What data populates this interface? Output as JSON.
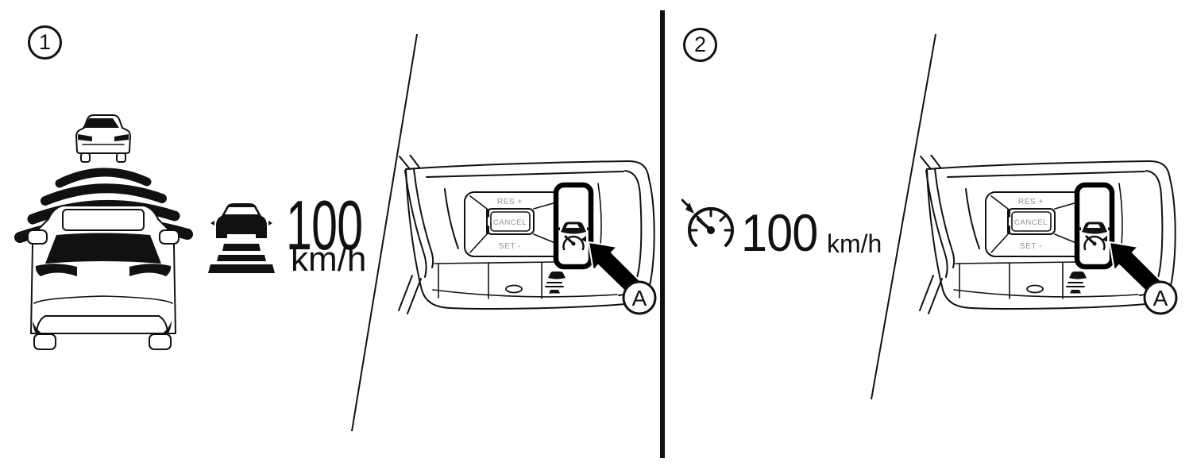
{
  "figure": {
    "colors": {
      "ink": "#111111",
      "highlight": "#000000",
      "faint_label": "#8f8f8f",
      "background": "#ffffff"
    },
    "steps": {
      "step1": {
        "badge": "1",
        "scene_icons": {
          "lead_car_icon": "car-ahead-rear-view",
          "radar_waves_icon": "radar-detection-waves",
          "ego_car_icon": "vehicle-front-view"
        },
        "distance_icon": "set-distance-car-over-road-lines",
        "speed_value": "100",
        "speed_unit": "km/h"
      },
      "step2": {
        "badge": "2",
        "speedometer_icon": "speedometer-set-speed-arrow",
        "speed_value": "100",
        "speed_unit": "km/h"
      }
    },
    "switch_panel": {
      "res_label": "RES +",
      "cancel_label": "CANCEL",
      "set_label": "SET -",
      "main_button_icon": "cruise-control-car-over-speedometer",
      "distance_button_icon": "following-distance-car-over-lines",
      "pointer_icon": "arrow-pointer-up-left",
      "callout_label": "A"
    }
  }
}
